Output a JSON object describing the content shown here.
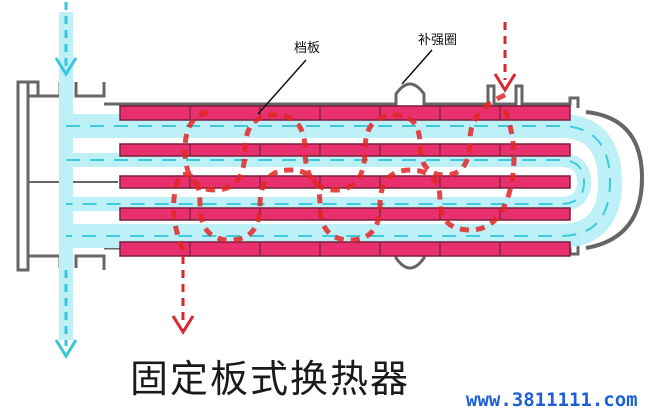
{
  "diagram": {
    "labels": {
      "baffle": "档板",
      "reinforcement_ring": "补强圈"
    },
    "title": "固定板式换热器",
    "watermark": "www.3811111.com",
    "colors": {
      "tube_sheet": "#e8306f",
      "tube_dark": "#7a1f3c",
      "tube_fluid": "#bdf1f7",
      "tube_fluid_edge": "#3fc9dd",
      "shell_outline": "#666666",
      "shell_flow": "#e32626",
      "tube_flow_arrow": "#38c6dc",
      "shell_flow_arrow": "#d9282b"
    },
    "icons": {
      "tube_side_in": "dashed-down-arrow-icon",
      "tube_side_out": "dashed-down-arrow-icon",
      "shell_side_in": "dashed-down-arrow-icon",
      "shell_side_out": "dashed-down-arrow-icon"
    }
  }
}
